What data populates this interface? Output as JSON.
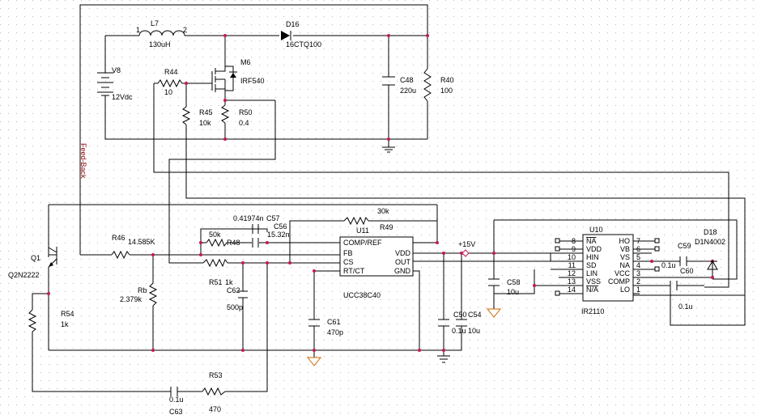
{
  "components": {
    "l7": {
      "ref": "L7",
      "value": "130uH",
      "pin1": "1",
      "pin2": "2"
    },
    "d16": {
      "ref": "D16",
      "value": "16CTQ100"
    },
    "v8": {
      "ref": "V8",
      "value": "12Vdc"
    },
    "m6": {
      "ref": "M6",
      "value": "IRF540"
    },
    "r44": {
      "ref": "R44",
      "value": "10"
    },
    "r45": {
      "ref": "R45",
      "value": "10k"
    },
    "r50": {
      "ref": "R50",
      "value": "0.4"
    },
    "c48": {
      "ref": "C48",
      "value": "220u"
    },
    "r40": {
      "ref": "R40",
      "value": "100"
    },
    "c57": {
      "ref": "C57",
      "value": "0.41974n"
    },
    "c56": {
      "ref": "C56",
      "value": "15.32n"
    },
    "r48": {
      "ref": "R48",
      "value": "50k"
    },
    "r49": {
      "ref": "R49",
      "value": "30k"
    },
    "r46": {
      "ref": "R46",
      "value": "14.585K"
    },
    "q1": {
      "ref": "Q1",
      "value": "Q2N2222"
    },
    "rb": {
      "ref": "Rb",
      "value": "2.379k"
    },
    "r51": {
      "ref": "R51",
      "value": "1k"
    },
    "c62": {
      "ref": "C62",
      "value": "500p"
    },
    "r54": {
      "ref": "R54",
      "value": "1k"
    },
    "c61": {
      "ref": "C61",
      "value": "470p"
    },
    "c50": {
      "ref": "C50",
      "value": "0.1u"
    },
    "c54": {
      "ref": "C54",
      "value": "10u"
    },
    "c58": {
      "ref": "C58",
      "value": "10u"
    },
    "c59": {
      "ref": "C59",
      "value": "0.1u"
    },
    "c60": {
      "ref": "C60",
      "value": "0.1u"
    },
    "d18": {
      "ref": "D18",
      "value": "D1N4002"
    },
    "c63": {
      "ref": "C63",
      "value": "0.1u"
    },
    "r53": {
      "ref": "R53",
      "value": "470"
    }
  },
  "u11": {
    "ref": "U11",
    "part": "UCC38C40",
    "left_pins": [
      "COMP/REF",
      "FB",
      "CS",
      "RT/CT"
    ],
    "right_pins": [
      "VDD",
      "OUT",
      "GND"
    ]
  },
  "u10": {
    "ref": "U10",
    "part": "IR2110",
    "left_pins": [
      {
        "num": "8",
        "name": "NA"
      },
      {
        "num": "9",
        "name": "VDD"
      },
      {
        "num": "10",
        "name": "HIN"
      },
      {
        "num": "11",
        "name": "SD"
      },
      {
        "num": "12",
        "name": "LIN"
      },
      {
        "num": "13",
        "name": "VSS"
      },
      {
        "num": "14",
        "name": "N/A"
      }
    ],
    "right_pins": [
      {
        "num": "7",
        "name": "HO"
      },
      {
        "num": "6",
        "name": "VB"
      },
      {
        "num": "5",
        "name": "VS"
      },
      {
        "num": "4",
        "name": "NA"
      },
      {
        "num": "3",
        "name": "VCC"
      },
      {
        "num": "2",
        "name": "COMP"
      },
      {
        "num": "1",
        "name": "LO"
      }
    ]
  },
  "nets": {
    "feedback": "Feed-Back",
    "supply": "+15V"
  },
  "colors": {
    "wire": "#000000",
    "junction": "#c2185b",
    "net_label": "#8b0000",
    "grid": "#b8b8b8",
    "ground": "#cc6600"
  }
}
